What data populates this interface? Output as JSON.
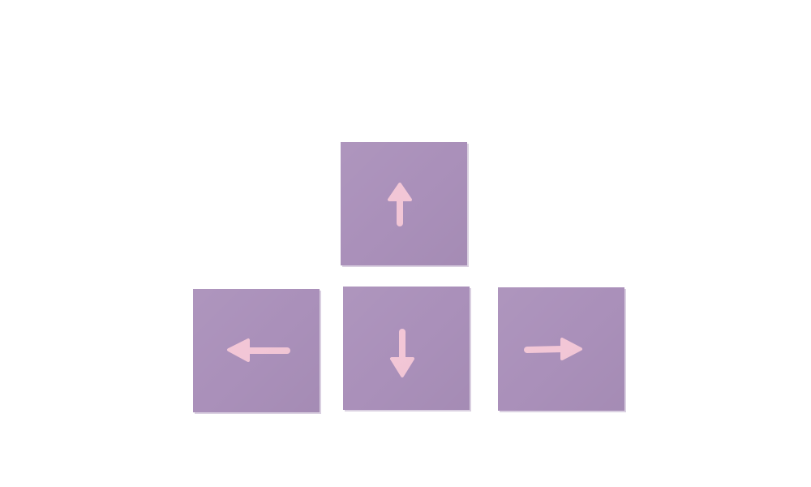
{
  "colors": {
    "background": "#ffffff",
    "key_fill": "#aa90ba",
    "arrow": "#f2c6d6"
  },
  "keys": [
    {
      "id": "up",
      "icon": "arrow-up-icon"
    },
    {
      "id": "left",
      "icon": "arrow-left-icon"
    },
    {
      "id": "down",
      "icon": "arrow-down-icon"
    },
    {
      "id": "right",
      "icon": "arrow-right-icon"
    }
  ]
}
